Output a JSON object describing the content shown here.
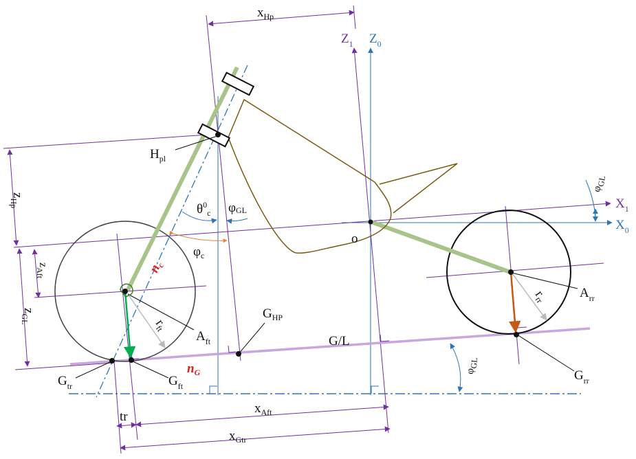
{
  "colors": {
    "frame": "#7a5a10",
    "fork": "#a9c48a",
    "purple": "#7030a0",
    "blue": "#2e75b6",
    "ground": "#c9a6de",
    "green_arrow": "#00b050",
    "orange_arrow": "#c55a11",
    "red_label": "#e02020",
    "dark": "#111111",
    "gray": "#bbbbbb"
  },
  "icons": {
    "ground_line": "dash-dot-line",
    "fork_axis": "dash-dot-line",
    "arrow_head": "filled-triangle",
    "right_angle": "square-mark",
    "point": "filled-circle"
  },
  "labels": {
    "x_hp": {
      "main": "x",
      "sub": "Hp"
    },
    "z1": {
      "main": "Z",
      "sub": "1"
    },
    "z0": {
      "main": "Z",
      "sub": "0"
    },
    "x1": {
      "main": "X",
      "sub": "1"
    },
    "x0": {
      "main": "X",
      "sub": "0"
    },
    "phi_gl_right": {
      "main": "φ",
      "sub": "GL"
    },
    "phi_gl_ground": {
      "main": "φ",
      "sub": "GL"
    },
    "h_pl": {
      "main": "H",
      "sub": "pl"
    },
    "z_hp": {
      "main": "z",
      "sub": "Hp"
    },
    "z_aft": {
      "main": "z",
      "sub": "Aft"
    },
    "z_gl": {
      "main": "z",
      "sub": "GL"
    },
    "theta_c": {
      "main": "θ",
      "sup": "0",
      "sub": "c"
    },
    "phi_gl_fork": {
      "main": "φ",
      "sub": "GL"
    },
    "phi_c": {
      "main": "φ",
      "sub": "c"
    },
    "n_c": {
      "main": "n",
      "sub": "c"
    },
    "n_g": {
      "main": "n",
      "sub": "G"
    },
    "origin": "o",
    "a_rr": {
      "main": "A",
      "sub": "rr"
    },
    "r_rr": {
      "main": "r",
      "sub": "rr"
    },
    "a_ft": {
      "main": "A",
      "sub": "ft"
    },
    "r_ft": {
      "main": "r",
      "sub": "ft"
    },
    "g_hp": {
      "main": "G",
      "sub": "HP"
    },
    "gl": "G/L",
    "g_tr": {
      "main": "G",
      "sub": "tr"
    },
    "g_ft": {
      "main": "G",
      "sub": "ft"
    },
    "g_rr": {
      "main": "G",
      "sub": "rr"
    },
    "tr": "tr",
    "x_aft": {
      "main": "x",
      "sub": "Aft"
    },
    "x_gtr": {
      "main": "x",
      "sub": "Gtr"
    }
  }
}
